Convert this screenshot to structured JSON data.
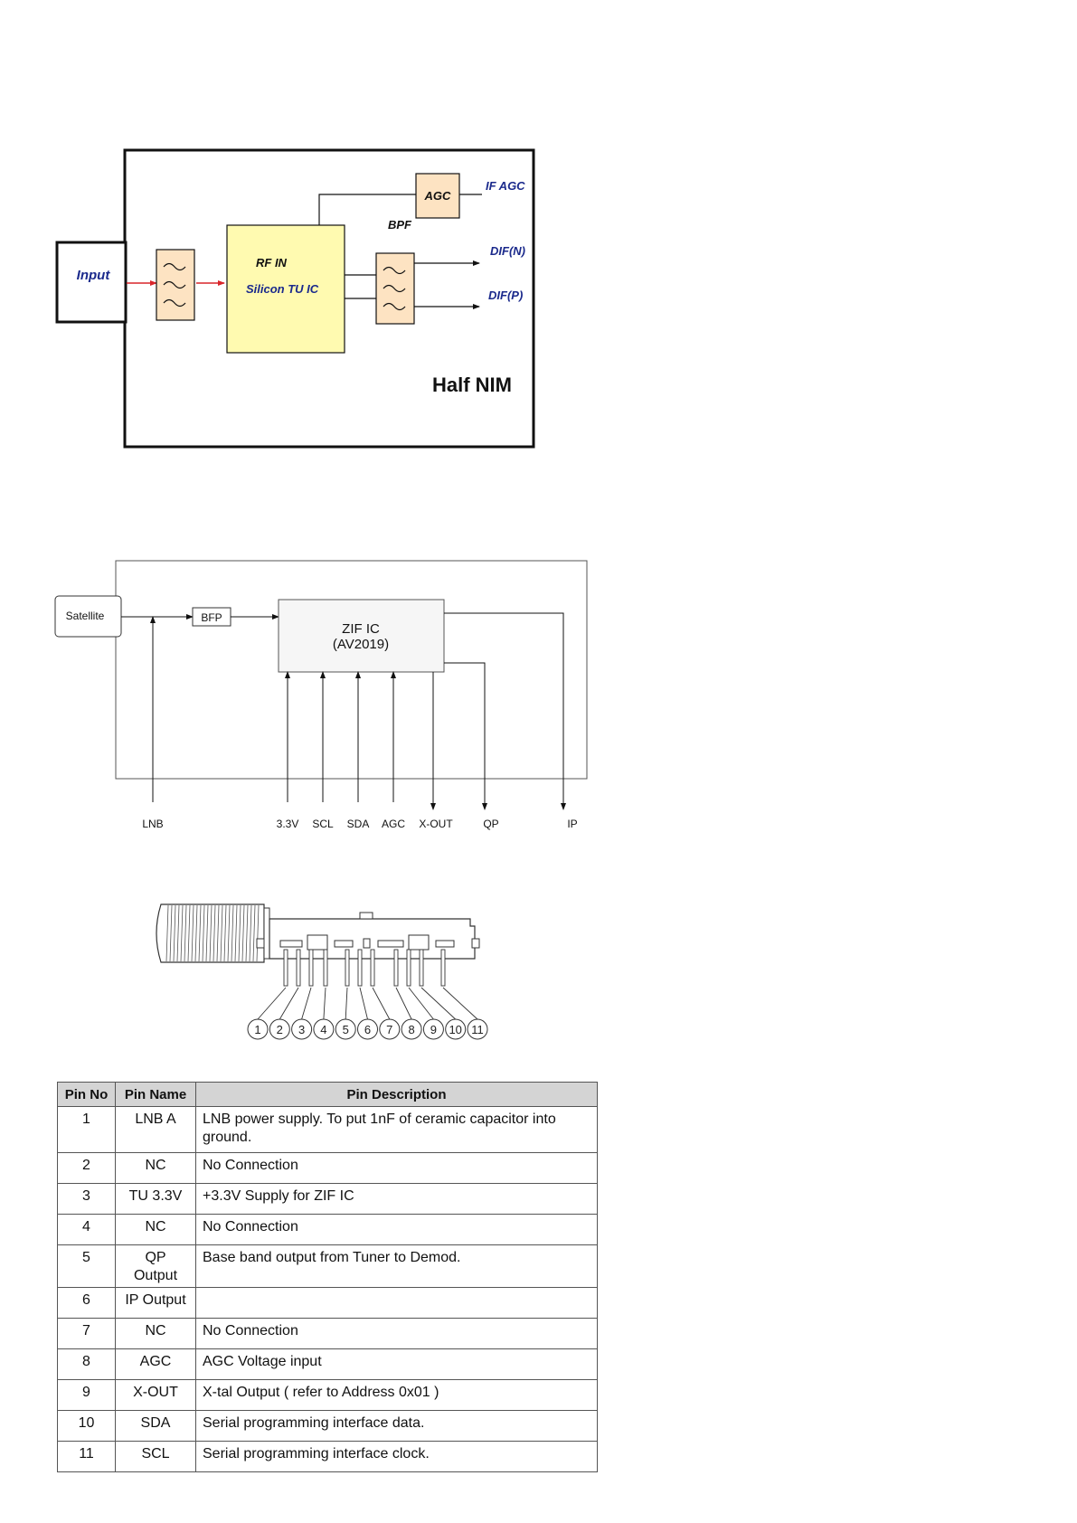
{
  "diagram1": {
    "input_label": "Input",
    "agc_label": "AGC",
    "if_agc_label": "IF AGC",
    "bpf_label": "BPF",
    "ic_line1": "RF IN",
    "ic_line2": "Silicon TU IC",
    "dif_n_label": "DIF(N)",
    "dif_p_label": "DIF(P)",
    "module_label": "Half NIM",
    "colors": {
      "ic_fill": "#fffab0",
      "agc_fill": "#fde3c2",
      "filter_fill": "#fde3c2",
      "arrow_red": "#d9252a",
      "label_blue": "#1b2a8c"
    }
  },
  "diagram2": {
    "satellite_label": "Satellite",
    "bfp_label": "BFP",
    "ic_line1": "ZIF IC",
    "ic_line2": "(AV2019)",
    "pins": {
      "lnb": "LNB",
      "v33": "3.3V",
      "scl": "SCL",
      "sda": "SDA",
      "agc": "AGC",
      "xout": "X-OUT",
      "qp": "QP",
      "ip": "IP"
    }
  },
  "connector": {
    "pin_numbers": [
      "1",
      "2",
      "3",
      "4",
      "5",
      "6",
      "7",
      "8",
      "9",
      "10",
      "11"
    ]
  },
  "pin_table": {
    "headers": {
      "pin_no": "Pin No",
      "pin_name": "Pin Name",
      "pin_desc": "Pin Description"
    },
    "rows": [
      {
        "no": "1",
        "name": "LNB A",
        "desc": "LNB power supply. To put 1nF of ceramic capacitor into ground."
      },
      {
        "no": "2",
        "name": "NC",
        "desc": "No Connection"
      },
      {
        "no": "3",
        "name": "TU 3.3V",
        "desc": "+3.3V Supply for ZIF IC"
      },
      {
        "no": "4",
        "name": "NC",
        "desc": "No Connection"
      },
      {
        "no": "5",
        "name": "QP Output",
        "desc": "Base band output from Tuner to Demod."
      },
      {
        "no": "6",
        "name": "IP Output",
        "desc": ""
      },
      {
        "no": "7",
        "name": "NC",
        "desc": "No Connection"
      },
      {
        "no": "8",
        "name": "AGC",
        "desc": "AGC Voltage input"
      },
      {
        "no": "9",
        "name": "X-OUT",
        "desc": "X-tal Output ( refer to Address 0x01 )"
      },
      {
        "no": "10",
        "name": "SDA",
        "desc": "Serial programming interface data."
      },
      {
        "no": "11",
        "name": "SCL",
        "desc": "Serial programming interface clock."
      }
    ]
  }
}
